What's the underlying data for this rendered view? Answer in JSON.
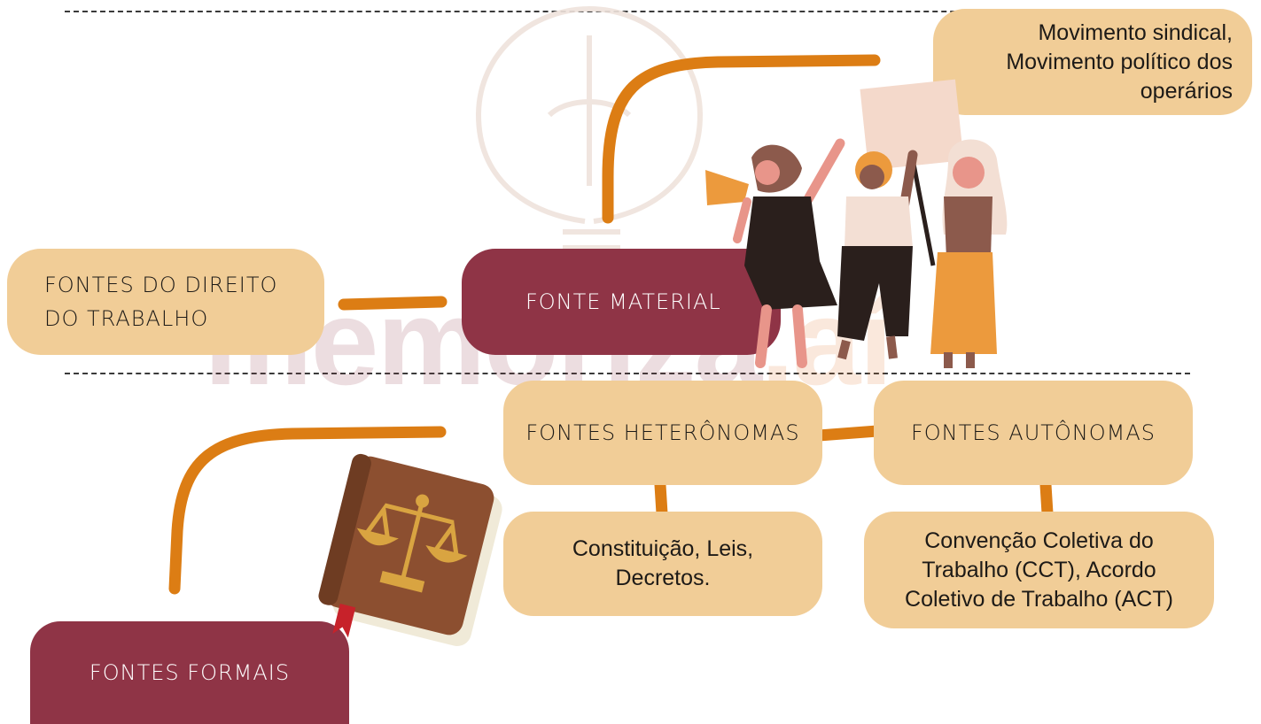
{
  "colors": {
    "tan": "#f1cd97",
    "wine": "#8f3446",
    "connector": "#dc7d14",
    "watermark": "#8f3446"
  },
  "watermark": {
    "main": "memoriza",
    "tail": ".aí"
  },
  "nodes": {
    "root": "FONTES DO DIREITO\nDO TRABALHO",
    "material": "FONTE MATERIAL",
    "material_example": "Movimento sindical,\nMovimento político dos\noperários",
    "formais": "FONTES FORMAIS",
    "heteronomas": "FONTES HETERÔNOMAS",
    "autonomas": "FONTES AUTÔNOMAS",
    "heteronomas_example": "Constituição, Leis,\nDecretos.",
    "autonomas_example": "Convenção Coletiva do\nTrabalho (CCT), Acordo\nColetivo de Trabalho (ACT)"
  },
  "illustrations": {
    "protest": "protest-women-illustration",
    "book": "law-book-scales-icon"
  }
}
